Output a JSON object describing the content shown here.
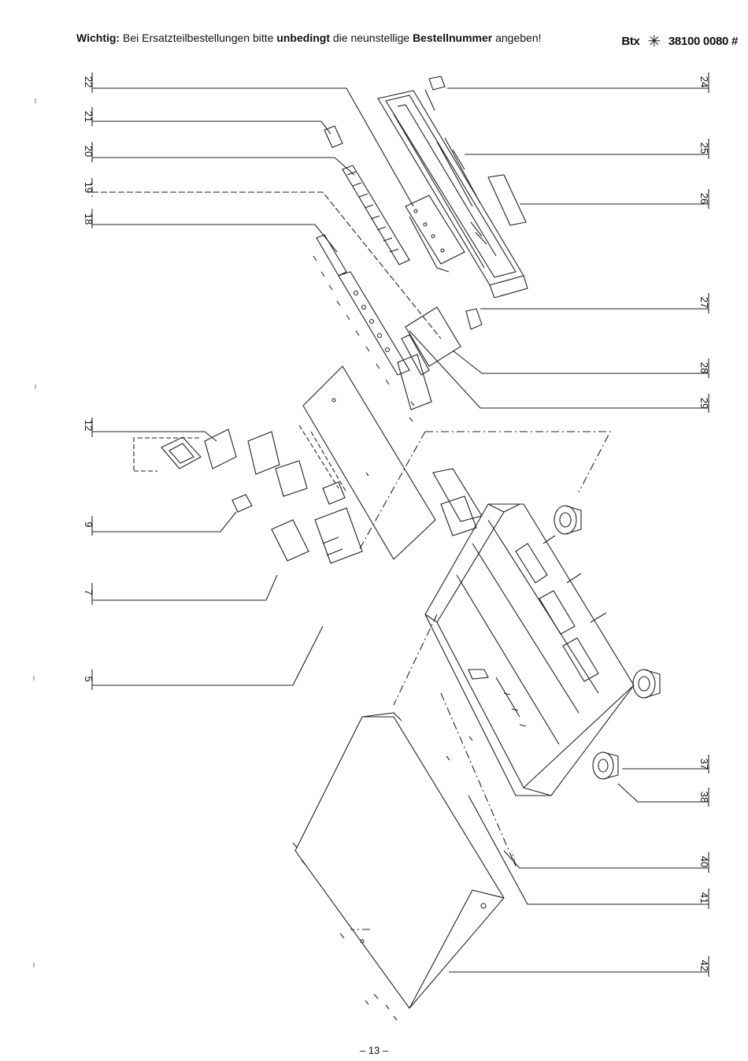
{
  "header": {
    "notice_parts": [
      {
        "text": "Wichtig:",
        "bold": true
      },
      {
        "text": " Bei Ersatzteilbestellungen bitte ",
        "bold": false
      },
      {
        "text": "unbedingt",
        "bold": true
      },
      {
        "text": " die neunstellige ",
        "bold": false
      },
      {
        "text": "Bestellnummer",
        "bold": true
      },
      {
        "text": " angeben!",
        "bold": false
      }
    ],
    "btx_label": "Btx",
    "btx_symbol": "✳",
    "btx_number": "38100 0080",
    "btx_suffix": "#"
  },
  "left_labels": [
    "22",
    "21",
    "20",
    "19",
    "18",
    "12",
    "9",
    "7",
    "5"
  ],
  "right_labels": [
    "24",
    "25",
    "26",
    "27",
    "28",
    "29",
    "37",
    "38",
    "40",
    "41",
    "42"
  ],
  "page_number": "– 13 –"
}
